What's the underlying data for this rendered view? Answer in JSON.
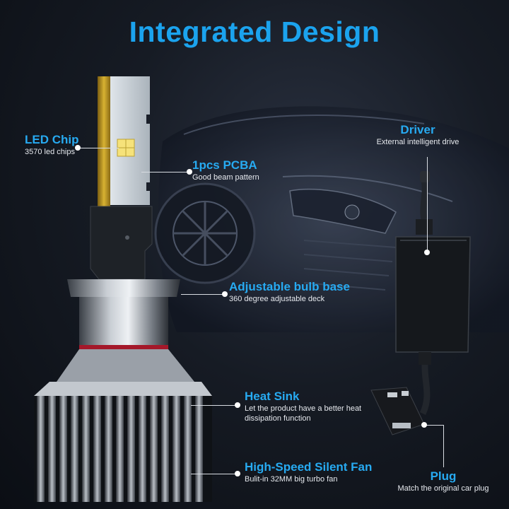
{
  "title": "Integrated Design",
  "callouts": {
    "led_chip": {
      "title": "LED Chip",
      "sub": "3570 led chips"
    },
    "pcba": {
      "title": "1pcs PCBA",
      "sub": "Good beam pattern"
    },
    "driver": {
      "title": "Driver",
      "sub": "External intelligent drive"
    },
    "bulb_base": {
      "title": "Adjustable bulb base",
      "sub": "360 degree adjustable deck"
    },
    "heat_sink": {
      "title": "Heat Sink",
      "sub1": "Let the product have a better heat",
      "sub2": "dissipation function"
    },
    "fan": {
      "title": "High-Speed Silent Fan",
      "sub": "Bulit-in 32MM big turbo fan"
    },
    "plug": {
      "title": "Plug",
      "sub": "Match the original car plug"
    }
  },
  "colors": {
    "accent": "#1ba3ee",
    "gold_pcb": "#c9a227",
    "background": "#161b24"
  }
}
